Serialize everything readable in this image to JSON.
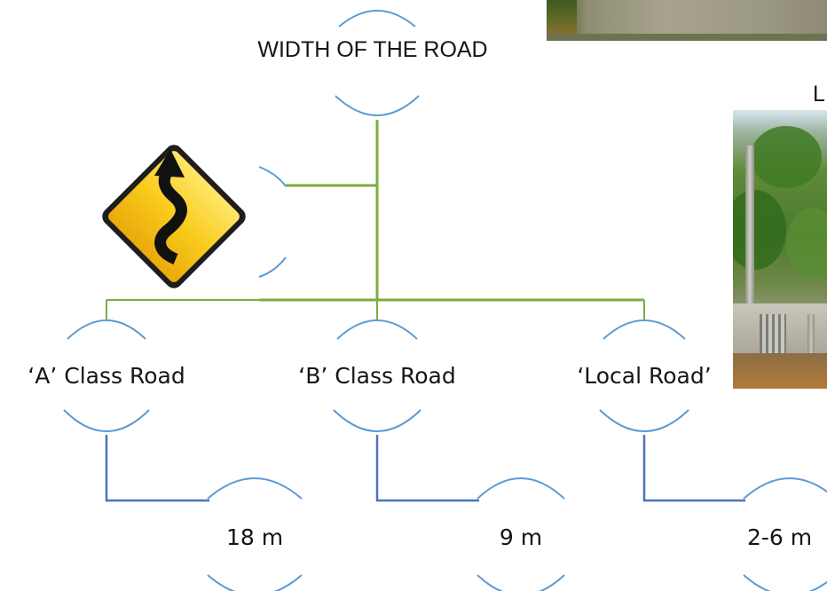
{
  "title": "WIDTH OF THE ROAD",
  "right_cut_label": "L",
  "icons": {
    "sign": "winding-road-warning-sign-icon",
    "photo_top": "road-photo",
    "photo_right": "local-road-photo"
  },
  "colors": {
    "green_connector": "#7aae3e",
    "blue_connector": "#4a72c0",
    "arc_stroke": "#5b9bd5",
    "sign_fill": "#f6c415",
    "sign_border": "#222222"
  },
  "classes": [
    {
      "label": "‘A’ Class Road",
      "width": "18 m"
    },
    {
      "label": "‘B’ Class Road",
      "width": "9 m"
    },
    {
      "label": "‘Local Road’",
      "width": "2-6  m"
    }
  ]
}
